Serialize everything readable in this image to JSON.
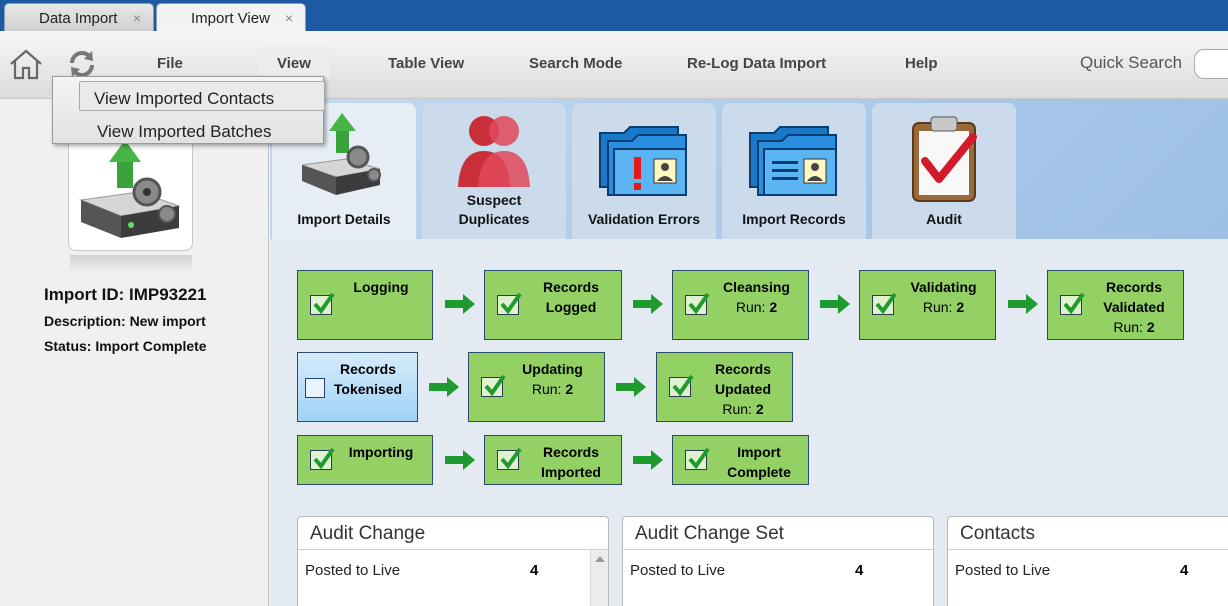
{
  "tabs": [
    {
      "label": "Data Import",
      "close": "×"
    },
    {
      "label": "Import View",
      "close": "×"
    }
  ],
  "menu": {
    "home_icon": "home-icon",
    "refresh_icon": "refresh-icon",
    "items": [
      "File",
      "View",
      "Table View",
      "Search Mode",
      "Re-Log Data Import",
      "Help"
    ],
    "quick_search_label": "Quick Search"
  },
  "dropdown": {
    "items": [
      "View Imported Contacts",
      "View Imported Batches"
    ]
  },
  "import_info": {
    "id": "Import ID: IMP93221",
    "description": "Description: New import",
    "status": "Status: Import Complete"
  },
  "icon_tabs": [
    {
      "label": "Import Details",
      "icon": "import-server-icon"
    },
    {
      "label": "Suspect Duplicates",
      "icon": "duplicate-people-icon"
    },
    {
      "label": "Validation Errors",
      "icon": "folder-error-icon"
    },
    {
      "label": "Import Records",
      "icon": "folder-records-icon"
    },
    {
      "label": "Audit",
      "icon": "clipboard-check-icon"
    }
  ],
  "workflow": {
    "row1": [
      {
        "title": "Logging",
        "run": "",
        "checked": true
      },
      {
        "title": "Records Logged",
        "run": "",
        "checked": true
      },
      {
        "title": "Cleansing",
        "run": "2",
        "checked": true
      },
      {
        "title": "Validating",
        "run": "2",
        "checked": true
      },
      {
        "title": "Records Validated",
        "run": "2",
        "checked": true
      }
    ],
    "row2": [
      {
        "title": "Records Tokenised",
        "run": "",
        "checked": false
      },
      {
        "title": "Updating",
        "run": "2",
        "checked": true
      },
      {
        "title": "Records Updated",
        "run": "2",
        "checked": true
      }
    ],
    "row3": [
      {
        "title": "Importing",
        "run": "",
        "checked": true
      },
      {
        "title": "Records Imported",
        "run": "",
        "checked": true
      },
      {
        "title": "Import Complete",
        "run": "",
        "checked": true
      }
    ],
    "run_label": "Run:"
  },
  "panels": [
    {
      "title": "Audit Change",
      "row_label": "Posted to Live",
      "row_count": "4"
    },
    {
      "title": "Audit Change Set",
      "row_label": "Posted to Live",
      "row_count": "4"
    },
    {
      "title": "Contacts",
      "row_label": "Posted to Live",
      "row_count": "4"
    }
  ],
  "colors": {
    "tabstrip": "#1e5aa3",
    "step_green": "#93d165",
    "step_blue": "#9fd2f5",
    "arrow_green": "#1f9a2e"
  }
}
